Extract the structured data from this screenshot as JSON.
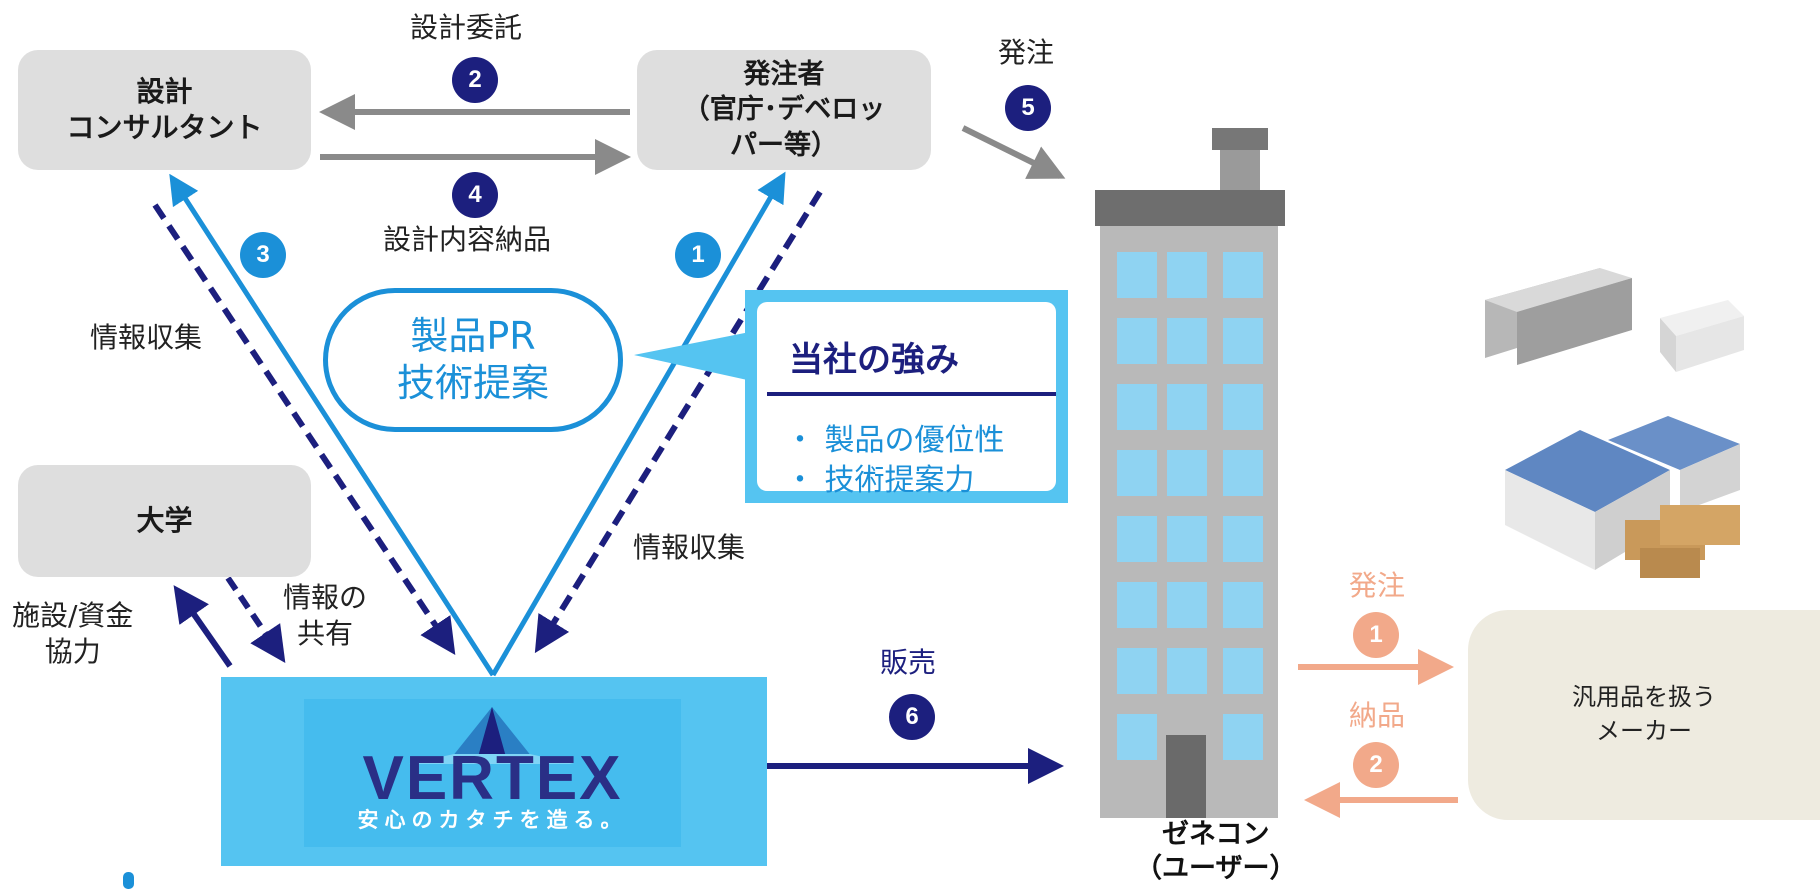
{
  "colors": {
    "navy": "#1c1f7e",
    "blue": "#1b90d8",
    "gray_arrow": "#8a8a8a",
    "salmon": "#f2a98a",
    "vertex_bg": "#55c4f1",
    "maker_bg": "#eeebe0"
  },
  "nodes": {
    "consultant": "設計\nコンサルタント",
    "client": "発注者\n（官庁･デベロッ\nパー等）",
    "university": "大学",
    "maker": "汎用品を扱う\nメーカー",
    "zenecon": "ゼネコン\n（ユーザー）"
  },
  "labels": {
    "design_commission": "設計委託",
    "design_delivery": "設計内容納品",
    "order_top": "発注",
    "info_collect_left": "情報収集",
    "info_collect_right": "情報収集",
    "facility_funding": "施設/資金\n協力",
    "info_share": "情報の\n共有",
    "sales": "販売",
    "order_maker": "発注",
    "delivery_maker": "納品"
  },
  "badges": {
    "b1_blue": "1",
    "b2": "2",
    "b3": "3",
    "b4": "4",
    "b5": "5",
    "b6": "6",
    "m1": "1",
    "m2": "2"
  },
  "pr_bubble": "製品PR\n技術提案",
  "strength": {
    "title": "当社の強み",
    "items": [
      "・ 製品の優位性",
      "・ 技術提案力"
    ]
  },
  "vertex": {
    "logo": "VERTEX",
    "tagline": "安心のカタチを造る。"
  },
  "icons": [
    "building-icon",
    "concrete-product-icon",
    "warehouse-icon"
  ]
}
